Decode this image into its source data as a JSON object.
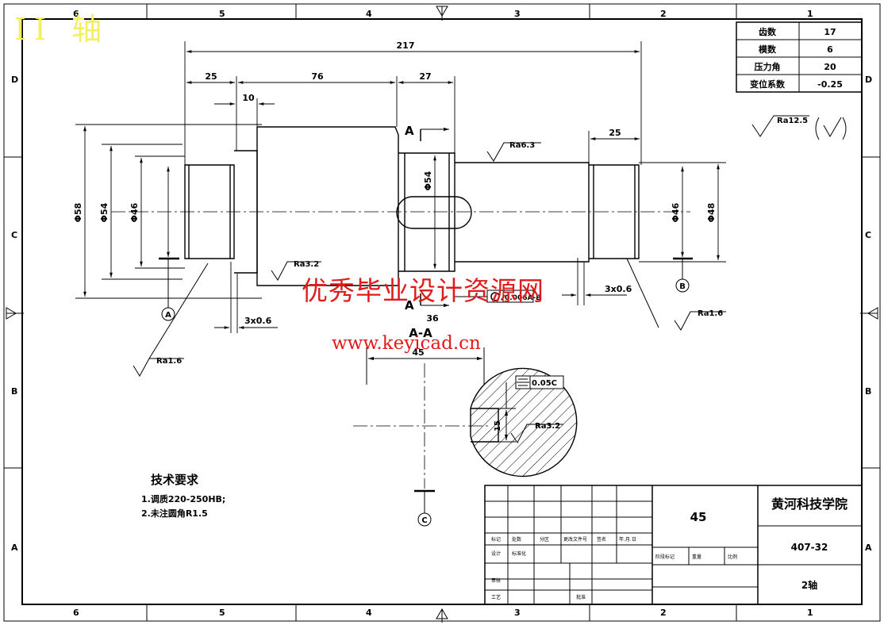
{
  "title_overlay": "II 轴",
  "watermark": {
    "line1": "优秀毕业设计资源网",
    "line2": "www.keyicad.cn"
  },
  "border": {
    "columns": [
      "6",
      "5",
      "4",
      "3",
      "2",
      "1"
    ],
    "rows": [
      "D",
      "C",
      "B",
      "A"
    ]
  },
  "gear_params": [
    {
      "label": "齿数",
      "value": "17"
    },
    {
      "label": "模数",
      "value": "6"
    },
    {
      "label": "压力角",
      "value": "20"
    },
    {
      "label": "变位系数",
      "value": "-0.25"
    }
  ],
  "dimensions": {
    "overall": "217",
    "seg_left": "25",
    "seg_middle": "76",
    "seg_key": "27",
    "shoulder": "10",
    "seg_right": "25",
    "diam_58": "Φ58",
    "diam_54": "Φ54",
    "diam_46_left": "Φ46",
    "diam_54_key": "Φ54",
    "diam_46_right": "Φ46",
    "diam_48": "Φ48",
    "chamfer_left": "3x0.6",
    "chamfer_right": "3x0.6",
    "section_width": "45",
    "key_width": "36",
    "key_depth": "15"
  },
  "roughness": {
    "general": "Ra12.5",
    "r_6_3": "Ra6.3",
    "r_3_2_left": "Ra3.2",
    "r_1_6_left": "Ra1.6",
    "r_1_6_right": "Ra1.6",
    "r_3_2_key": "Ra3.2"
  },
  "section": {
    "mark_top": "A",
    "mark_bottom": "A",
    "label": "A-A"
  },
  "datums": {
    "A": "A",
    "B": "B",
    "C": "C"
  },
  "tolerances": {
    "runout": "0.006A-B",
    "symmetry": "0.05C"
  },
  "notes": {
    "title": "技术要求",
    "items": [
      "1.调质220-250HB;",
      "2.未注圆角R1.5"
    ]
  },
  "title_block": {
    "material": "45",
    "school": "黄河科技学院",
    "drawing_no": "407-32",
    "part_name": "2轴",
    "small_cells": [
      "标记",
      "处数",
      "分区",
      "更改文件号",
      "签名",
      "年.月.日",
      "设计",
      "标准化",
      "阶段标记",
      "重量",
      "比例",
      "审核",
      "工艺",
      "批准"
    ]
  }
}
